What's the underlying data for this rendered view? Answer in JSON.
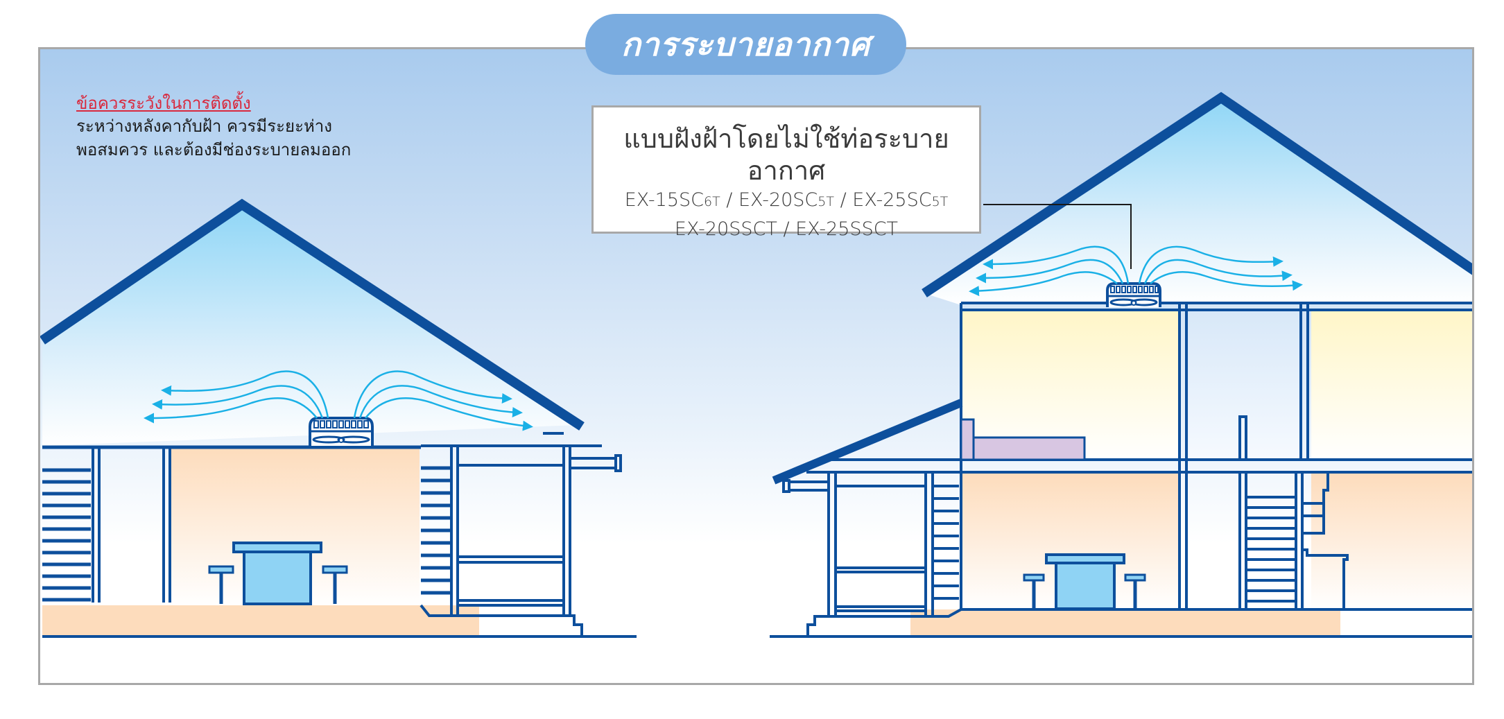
{
  "title": "การระบายอากาศ",
  "caution": {
    "heading": "ข้อควรระวังในการติดตั้ง",
    "lines": [
      "ระหว่างหลังคากับฝ้า ควรมีระยะห่าง",
      "พอสมควร และต้องมีช่องระบายลมออก"
    ]
  },
  "product_label": {
    "heading": "แบบฝังฝ้าโดยไม่ใช้ท่อระบายอากาศ",
    "models_line1": [
      {
        "base": "EX-15SC",
        "suffix": "6T"
      },
      {
        "base": "EX-20SC",
        "suffix": "5T"
      },
      {
        "base": "EX-25SC",
        "suffix": "5T"
      }
    ],
    "models_line2": "EX-20SSCT / EX-25SSCT",
    "separator": " / "
  },
  "illustrations": [
    {
      "name": "single-storey-house",
      "fan": "ceiling-ventilation-fan",
      "airflow": "hot air exhausted into attic space under roof"
    },
    {
      "name": "two-storey-house",
      "fan": "ceiling-ventilation-fan",
      "airflow": "hot air exhausted into attic space under roof"
    }
  ],
  "colors": {
    "roof_line": "#0d4f9c",
    "airflow_arrow": "#1ab0e6",
    "title_pill": "#7aace0",
    "caution_heading": "#d9283d",
    "ground_floor_fill": "#fddcbc",
    "upper_floor_fill": "#fff8d2",
    "furniture_fill": "#8fd3f4",
    "bed_fill": "#d8c6e2",
    "frame_border": "#a8a8a8"
  }
}
